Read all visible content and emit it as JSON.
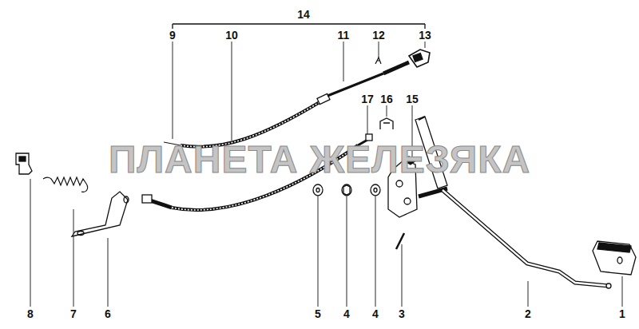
{
  "diagram": {
    "labels": [
      "14",
      "9",
      "10",
      "11",
      "12",
      "13",
      "17",
      "16",
      "15",
      "ПЛАНЕТА ЖЕЛЕЗЯКА",
      "8",
      "7",
      "6",
      "5",
      "4",
      "4",
      "3",
      "2",
      "1"
    ]
  }
}
